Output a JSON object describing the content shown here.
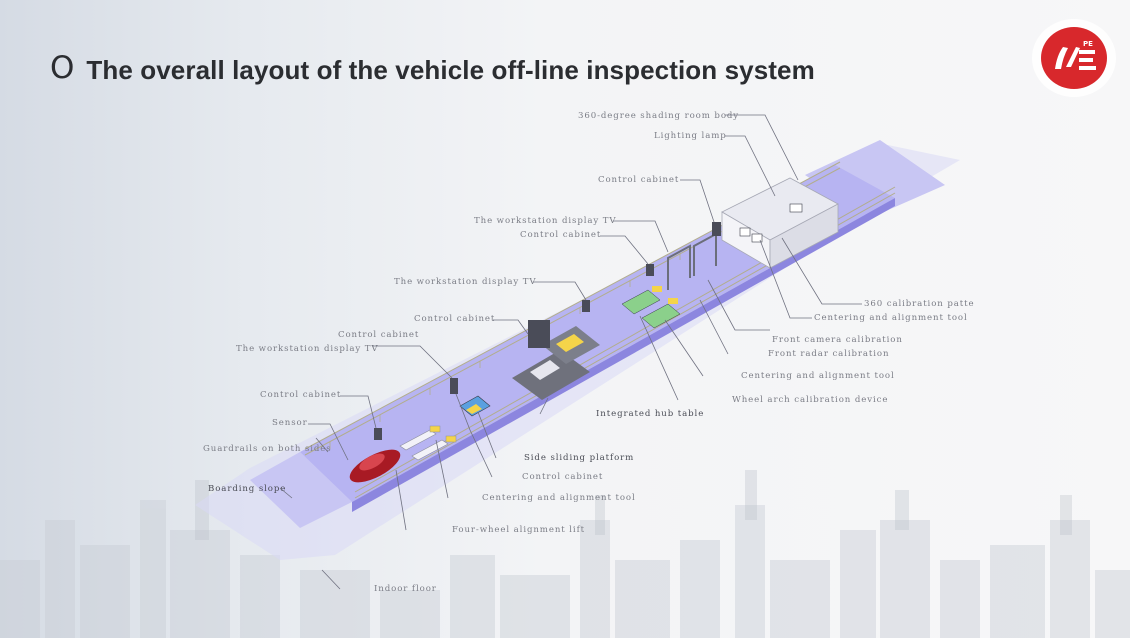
{
  "slide": {
    "bullet": "O",
    "title": "The overall layout of the vehicle off-line inspection system"
  },
  "logo": {
    "icon": "pe-logo-icon",
    "text": "PE",
    "color": "#d8282c"
  },
  "colors": {
    "platform": "#b7b4f2",
    "platform_edge": "#8c86df",
    "ramp": "#c8c6f3",
    "floor": "#d4d3f6",
    "leader": "#6f7180",
    "label": "#7b7d86",
    "car": "#a81a24"
  },
  "labels": {
    "shading_room": "360-degree shading room body",
    "lighting_lamp": "Lighting lamp",
    "control_cabinet_top": "Control cabinet",
    "workstation_tv_1": "The workstation display TV",
    "control_cabinet_2": "Control cabinet",
    "workstation_tv_2": "The workstation display TV",
    "control_cabinet_3": "Control cabinet",
    "control_cabinet_4": "Control cabinet",
    "workstation_tv_3": "The workstation display TV",
    "control_cabinet_5": "Control cabinet",
    "sensor": "Sensor",
    "guardrails": "Guardrails on both sides",
    "boarding_slope": "Boarding slope",
    "calibration_pattern": "360 calibration patte",
    "centering_tool_1": "Centering and alignment tool",
    "front_camera": "Front camera calibration",
    "front_radar": "Front radar calibration",
    "centering_tool_2": "Centering and alignment tool",
    "wheel_arch": "Wheel arch calibration device",
    "hub_table": "Integrated hub table",
    "side_sliding": "Side sliding platform",
    "control_cabinet_6": "Control cabinet",
    "centering_tool_3": "Centering and alignment tool",
    "four_wheel_lift": "Four-wheel alignment lift",
    "indoor_floor": "Indoor floor"
  }
}
